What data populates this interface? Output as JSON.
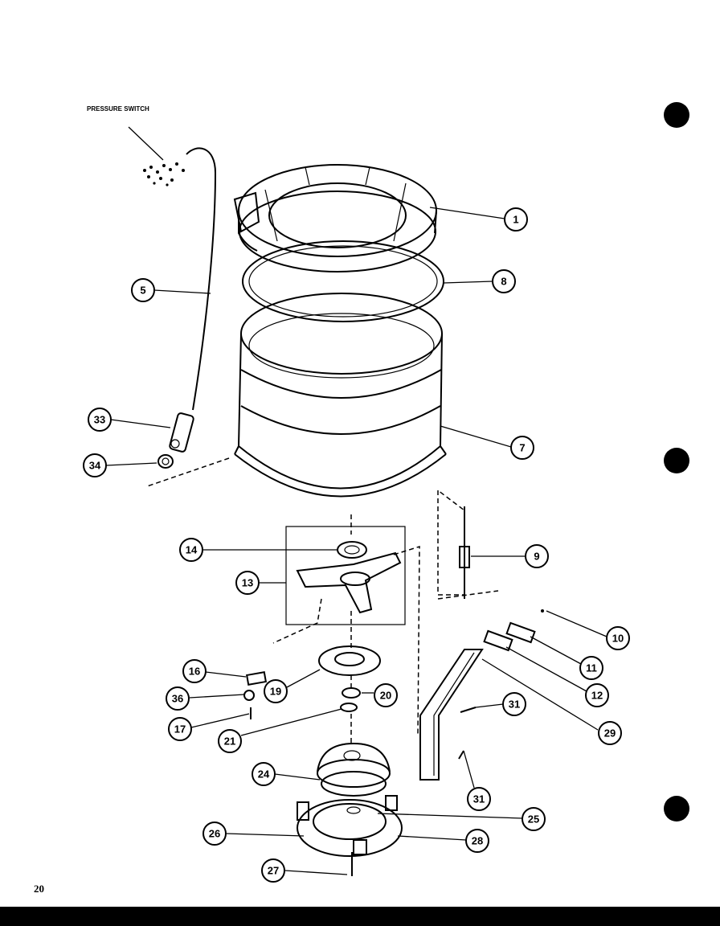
{
  "page": {
    "number": "20",
    "pressure_switch_label": "PRESSURE SWITCH"
  },
  "callouts": [
    {
      "id": "c1",
      "label": "1"
    },
    {
      "id": "c8",
      "label": "8"
    },
    {
      "id": "c5",
      "label": "5"
    },
    {
      "id": "c33",
      "label": "33"
    },
    {
      "id": "c34",
      "label": "34"
    },
    {
      "id": "c7",
      "label": "7"
    },
    {
      "id": "c14",
      "label": "14"
    },
    {
      "id": "c13",
      "label": "13"
    },
    {
      "id": "c9",
      "label": "9"
    },
    {
      "id": "c10",
      "label": "10"
    },
    {
      "id": "c11",
      "label": "11"
    },
    {
      "id": "c12",
      "label": "12"
    },
    {
      "id": "c16",
      "label": "16"
    },
    {
      "id": "c19",
      "label": "19"
    },
    {
      "id": "c20",
      "label": "20"
    },
    {
      "id": "c36",
      "label": "36"
    },
    {
      "id": "c17",
      "label": "17"
    },
    {
      "id": "c21",
      "label": "21"
    },
    {
      "id": "c31a",
      "label": "31"
    },
    {
      "id": "c29",
      "label": "29"
    },
    {
      "id": "c24",
      "label": "24"
    },
    {
      "id": "c31b",
      "label": "31"
    },
    {
      "id": "c25",
      "label": "25"
    },
    {
      "id": "c26",
      "label": "26"
    },
    {
      "id": "c28",
      "label": "28"
    },
    {
      "id": "c27",
      "label": "27"
    }
  ]
}
